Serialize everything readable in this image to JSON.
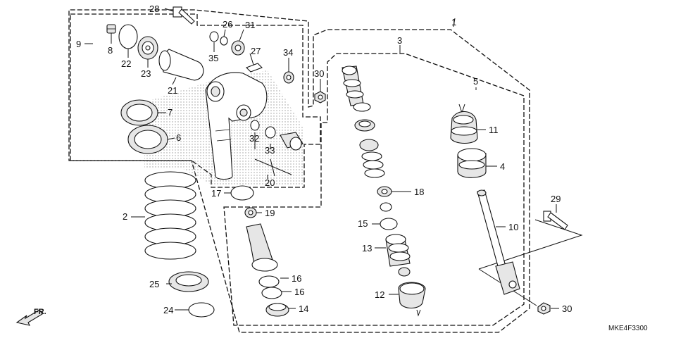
{
  "diagram_code": "MKE4F3300",
  "direction_label": "FR.",
  "callouts": [
    {
      "id": "p1",
      "label": "1"
    },
    {
      "id": "p2",
      "label": "2"
    },
    {
      "id": "p3",
      "label": "3"
    },
    {
      "id": "p4",
      "label": "4"
    },
    {
      "id": "p5",
      "label": "5"
    },
    {
      "id": "p6",
      "label": "6"
    },
    {
      "id": "p7",
      "label": "7"
    },
    {
      "id": "p8",
      "label": "8"
    },
    {
      "id": "p9",
      "label": "9"
    },
    {
      "id": "p10",
      "label": "10"
    },
    {
      "id": "p11",
      "label": "11"
    },
    {
      "id": "p12",
      "label": "12"
    },
    {
      "id": "p13",
      "label": "13"
    },
    {
      "id": "p14",
      "label": "14"
    },
    {
      "id": "p15",
      "label": "15"
    },
    {
      "id": "p16a",
      "label": "16"
    },
    {
      "id": "p16b",
      "label": "16"
    },
    {
      "id": "p17",
      "label": "17"
    },
    {
      "id": "p18",
      "label": "18"
    },
    {
      "id": "p19",
      "label": "19"
    },
    {
      "id": "p20",
      "label": "20"
    },
    {
      "id": "p21",
      "label": "21"
    },
    {
      "id": "p22",
      "label": "22"
    },
    {
      "id": "p23",
      "label": "23"
    },
    {
      "id": "p24",
      "label": "24"
    },
    {
      "id": "p25",
      "label": "25"
    },
    {
      "id": "p26",
      "label": "26"
    },
    {
      "id": "p27",
      "label": "27"
    },
    {
      "id": "p28",
      "label": "28"
    },
    {
      "id": "p29",
      "label": "29"
    },
    {
      "id": "p30a",
      "label": "30"
    },
    {
      "id": "p30b",
      "label": "30"
    },
    {
      "id": "p31",
      "label": "31"
    },
    {
      "id": "p32",
      "label": "32"
    },
    {
      "id": "p33",
      "label": "33"
    },
    {
      "id": "p34",
      "label": "34"
    },
    {
      "id": "p35",
      "label": "35"
    }
  ]
}
